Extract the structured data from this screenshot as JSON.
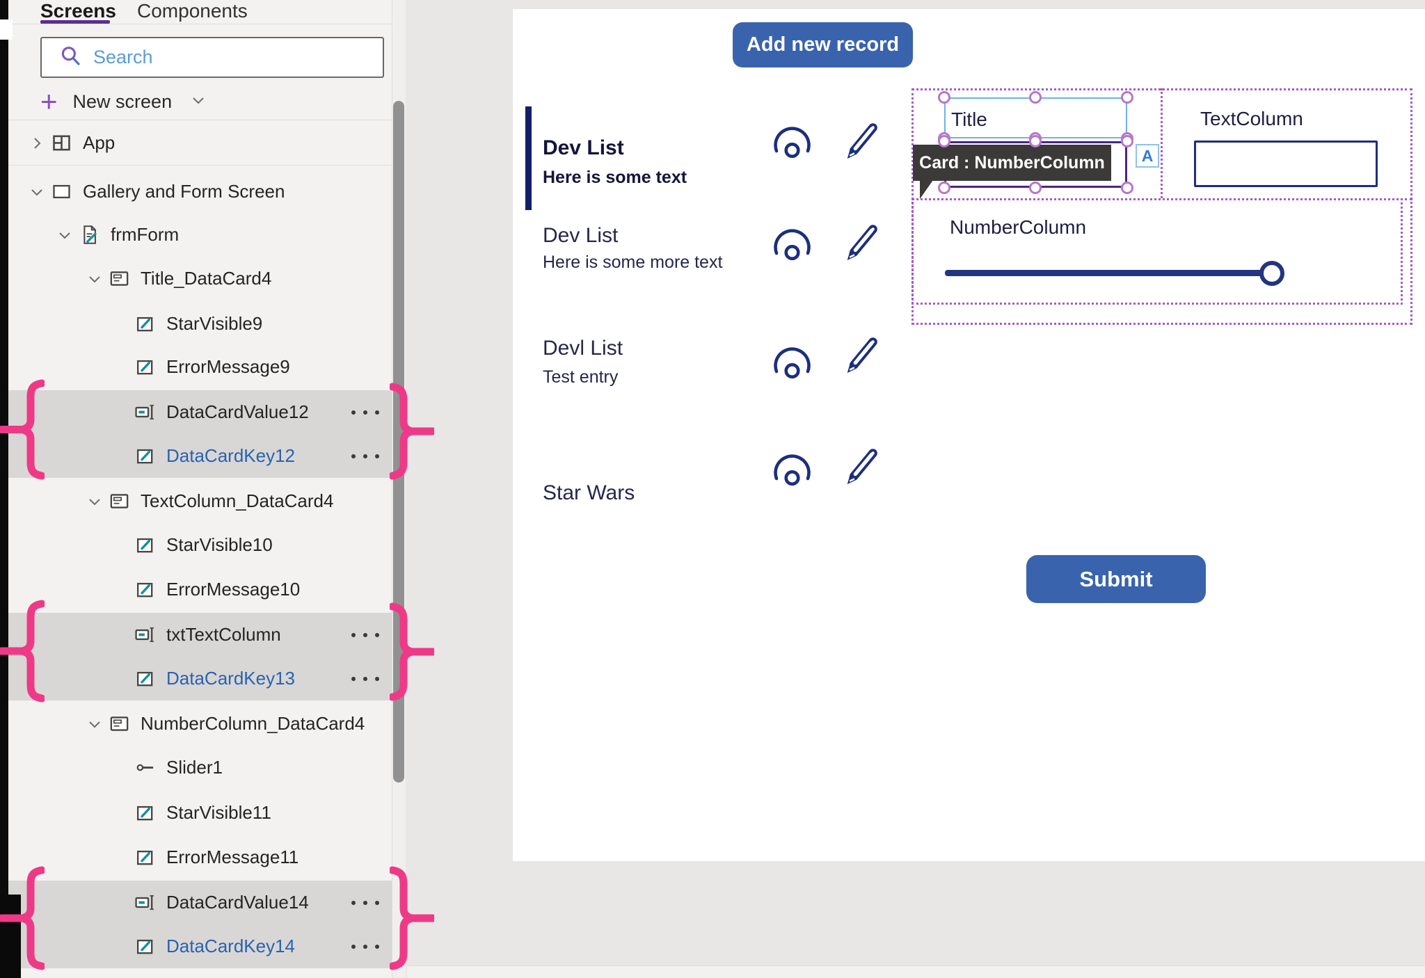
{
  "panel": {
    "tabs": [
      {
        "label": "Screens",
        "active": true
      },
      {
        "label": "Components",
        "active": false
      }
    ],
    "search": {
      "placeholder": "Search"
    },
    "new_screen_label": "New screen",
    "tree": [
      {
        "label": "App",
        "icon": "app-icon",
        "chevron": "right"
      },
      {
        "label": "Gallery and Form Screen",
        "icon": "screen-icon",
        "chevron": "down"
      },
      {
        "label": "frmForm",
        "icon": "form-icon",
        "chevron": "down"
      },
      {
        "label": "Title_DataCard4",
        "icon": "datacard-icon",
        "chevron": "down"
      },
      {
        "label": "StarVisible9",
        "icon": "label-edit-icon"
      },
      {
        "label": "ErrorMessage9",
        "icon": "label-edit-icon"
      },
      {
        "label": "DataCardValue12",
        "icon": "textinput-icon",
        "highlighted": true,
        "more_options": true
      },
      {
        "label": "DataCardKey12",
        "icon": "label-edit-icon",
        "highlighted": true,
        "more_options": true,
        "blue_text": true
      },
      {
        "label": "TextColumn_DataCard4",
        "icon": "datacard-icon",
        "chevron": "down"
      },
      {
        "label": "StarVisible10",
        "icon": "label-edit-icon"
      },
      {
        "label": "ErrorMessage10",
        "icon": "label-edit-icon"
      },
      {
        "label": "txtTextColumn",
        "icon": "textinput-icon",
        "highlighted": true,
        "more_options": true
      },
      {
        "label": "DataCardKey13",
        "icon": "label-edit-icon",
        "highlighted": true,
        "more_options": true,
        "blue_text": true
      },
      {
        "label": "NumberColumn_DataCard4",
        "icon": "datacard-icon",
        "chevron": "down"
      },
      {
        "label": "Slider1",
        "icon": "slider-icon"
      },
      {
        "label": "StarVisible11",
        "icon": "label-edit-icon"
      },
      {
        "label": "ErrorMessage11",
        "icon": "label-edit-icon"
      },
      {
        "label": "DataCardValue14",
        "icon": "textinput-icon",
        "highlighted": true,
        "more_options": true
      },
      {
        "label": "DataCardKey14",
        "icon": "label-edit-icon",
        "highlighted": true,
        "more_options": true,
        "blue_text": true
      }
    ]
  },
  "canvas": {
    "add_button_label": "Add new record",
    "submit_button_label": "Submit",
    "gallery": [
      {
        "title": "Dev List",
        "subtitle": "Here is some text",
        "selected": true
      },
      {
        "title": "Dev List",
        "subtitle": "Here is some more text"
      },
      {
        "title": "Devl List",
        "subtitle": "Test entry"
      },
      {
        "title": "Star Wars",
        "subtitle": ""
      }
    ],
    "form": {
      "title_card_label": "Title",
      "text_card_label": "TextColumn",
      "number_card_label": "NumberColumn",
      "label_badge": "A",
      "tooltip": "Card : NumberColumn",
      "slider_value_percent": 100
    }
  },
  "colors": {
    "accent_blue": "#3a63ad",
    "navy": "#24357f",
    "selection_blue": "#6cb2e8",
    "selection_purple": "#4f2386",
    "dashed_purple": "#a65bc2",
    "handle_purple": "#b876ca",
    "annotation_pink": "#ee3a86",
    "teal": "#14919b",
    "tab_underline_purple": "#5c2e91",
    "tooltip_bg": "#3b3a39",
    "blue_tree_text": "#2a62ae"
  }
}
